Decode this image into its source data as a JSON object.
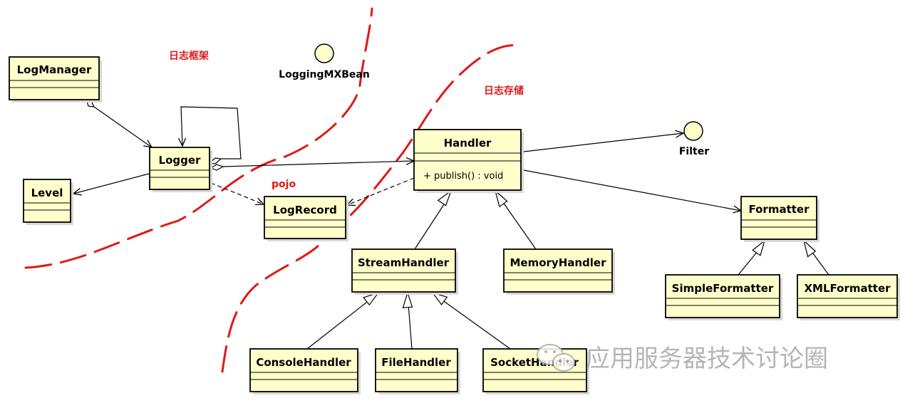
{
  "classes": {
    "logmanager": "LogManager",
    "logger": "Logger",
    "level": "Level",
    "logrecord": "LogRecord",
    "handler": "Handler",
    "handler_op": "+ publish() : void",
    "streamhandler": "StreamHandler",
    "memoryhandler": "MemoryHandler",
    "consolehandler": "ConsoleHandler",
    "filehandler": "FileHandler",
    "sockethandler": "SocketHandler",
    "formatter": "Formatter",
    "simpleformatter": "SimpleFormatter",
    "xmlformatter": "XMLFormatter"
  },
  "interfaces": {
    "loggingmxbean": "LoggingMXBean",
    "filter": "Filter"
  },
  "annotations": {
    "framework": "日志框架",
    "storage": "日志存储",
    "pojo": "pojo"
  },
  "watermark": "应用服务器技术讨论圈",
  "colors": {
    "class_fill": "#ffffcc",
    "annotation_red": "#e01818",
    "watermark_gray": "#a9a9a9"
  }
}
